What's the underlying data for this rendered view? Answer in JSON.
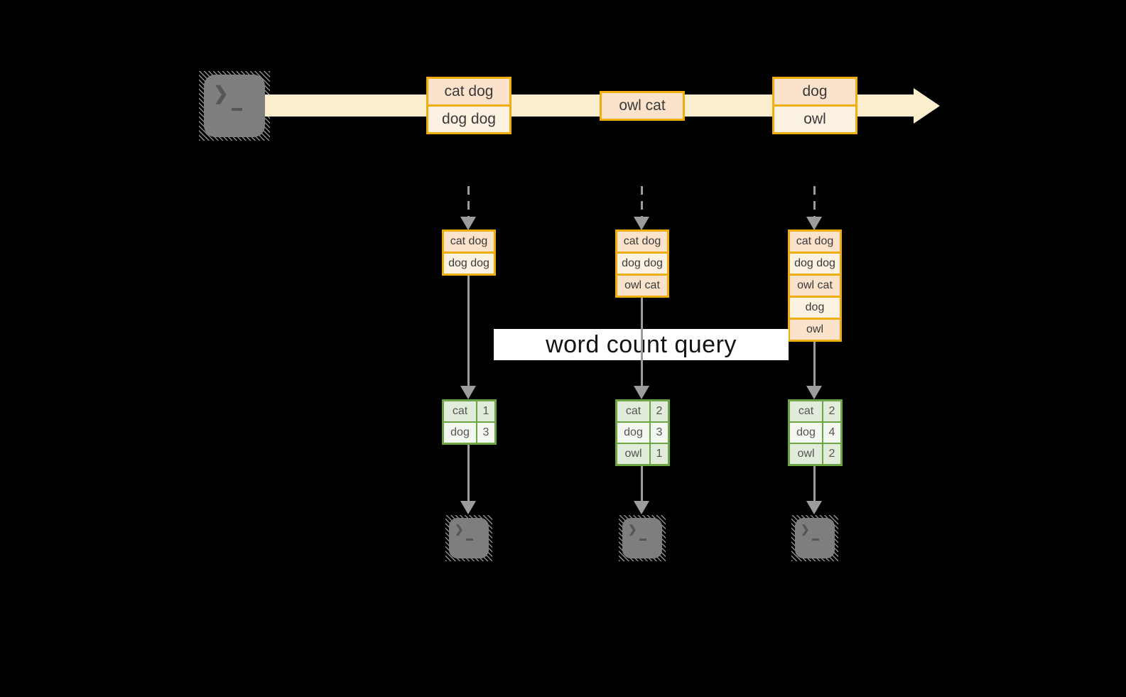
{
  "query": {
    "label": "word count query"
  },
  "stream": {
    "batches": [
      {
        "rows": [
          "cat dog",
          "dog dog"
        ]
      },
      {
        "rows": [
          "owl cat"
        ]
      },
      {
        "rows": [
          "dog",
          "owl"
        ]
      }
    ]
  },
  "columns": [
    {
      "input_rows": [
        "cat dog",
        "dog dog"
      ],
      "counts": [
        {
          "word": "cat",
          "count": "1"
        },
        {
          "word": "dog",
          "count": "3"
        }
      ]
    },
    {
      "input_rows": [
        "cat dog",
        "dog dog",
        "owl cat"
      ],
      "counts": [
        {
          "word": "cat",
          "count": "2"
        },
        {
          "word": "dog",
          "count": "3"
        },
        {
          "word": "owl",
          "count": "1"
        }
      ]
    },
    {
      "input_rows": [
        "cat dog",
        "dog dog",
        "owl cat",
        "dog",
        "owl"
      ],
      "counts": [
        {
          "word": "cat",
          "count": "2"
        },
        {
          "word": "dog",
          "count": "4"
        },
        {
          "word": "owl",
          "count": "2"
        }
      ]
    }
  ],
  "icons": {
    "source": "terminal-icon",
    "sinks": [
      "terminal-icon",
      "terminal-icon",
      "terminal-icon"
    ]
  },
  "colors": {
    "background": "#000000",
    "stream_band": "#FBEECD",
    "orange_border": "#F0AD0E",
    "orange_fill_dark": "#FAE2CB",
    "orange_fill_light": "#FCF2E2",
    "green_border": "#6CA644",
    "green_fill_dark": "#E1ECDA",
    "green_fill_light": "#F3F7F0",
    "arrow_gray": "#9C9C9C",
    "terminal_gray": "#7E7E7E",
    "query_box_bg": "#FFFFFF"
  }
}
